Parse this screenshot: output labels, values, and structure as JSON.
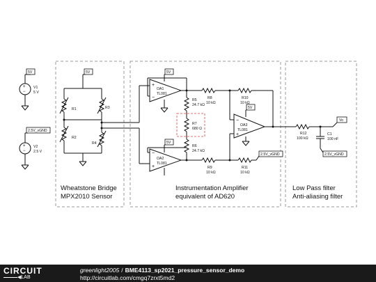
{
  "sections": {
    "bridge_line1": "Wheatstone Bridge",
    "bridge_line2": "MPX2010 Sensor",
    "amp_line1": "Instrumentation Amplifier",
    "amp_line2": "equivalent of AD620",
    "filter_line1": "Low Pass filter",
    "filter_line2": "Anti-aliasing filter"
  },
  "sources": {
    "v1": {
      "name": "V1",
      "value": "5 V",
      "net": "5V"
    },
    "v2": {
      "name": "V2",
      "value": "2.5 V",
      "net": "2.5V_vGND"
    }
  },
  "nets": {
    "bridge_supply": "5V",
    "oa1_supply": "5V",
    "oa2_supply": "5V",
    "oa3_supply": "5V",
    "oa3_ref": "2.5V_vGND",
    "c1_ref": "2.5V_vGND",
    "output": "Vo"
  },
  "bridge_resistors": {
    "r1": "R1",
    "r2": "R2",
    "r3": "R3",
    "r4": "R4"
  },
  "opamps": {
    "oa1": {
      "name": "OA1",
      "part": "TL081"
    },
    "oa2": {
      "name": "OA2",
      "part": "TL081"
    },
    "oa3": {
      "name": "OA3",
      "part": "TL081"
    }
  },
  "resistors": {
    "r5": {
      "name": "R5",
      "value": "24.7 kΩ"
    },
    "r6": {
      "name": "R6",
      "value": "24.7 kΩ"
    },
    "r7": {
      "name": "R7",
      "value": "680 Ω"
    },
    "r8": {
      "name": "R8",
      "value": "10 kΩ"
    },
    "r9": {
      "name": "R9",
      "value": "10 kΩ"
    },
    "r10": {
      "name": "R10",
      "value": "10 kΩ"
    },
    "r11": {
      "name": "R11",
      "value": "10 kΩ"
    },
    "r12": {
      "name": "R12",
      "value": "100 kΩ"
    }
  },
  "capacitor": {
    "name": "C1",
    "value": "100 nF"
  },
  "footer": {
    "logo_top": "CIRCUIT",
    "logo_bottom": "LAB",
    "author": "greenlight2005",
    "separator": "/",
    "title": "BME4113_sp2021_pressure_sensor_demo",
    "url": "http://circuitlab.com/cmgq7zrxt5md2"
  }
}
